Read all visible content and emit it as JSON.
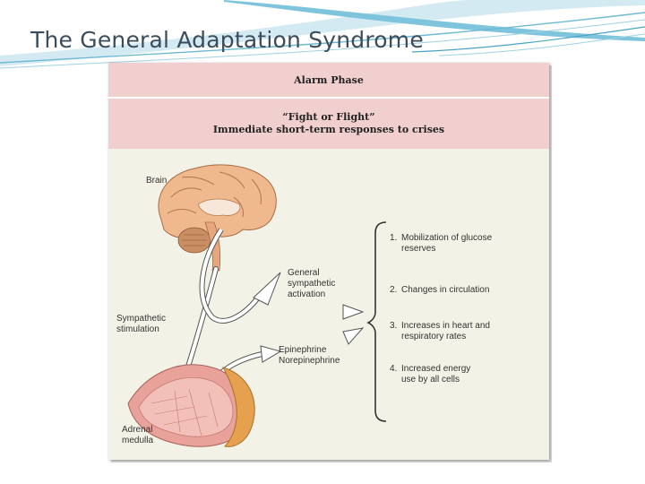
{
  "slide": {
    "title": "The General Adaptation Syndrome"
  },
  "figure": {
    "phase_title": "Alarm Phase",
    "subtitle_line1": "“Fight or Flight”",
    "subtitle_line2": "Immediate short-term responses to crises",
    "labels": {
      "brain": "Brain",
      "general_line1": "General",
      "general_line2": "sympathetic",
      "general_line3": "activation",
      "sympathetic_line1": "Sympathetic",
      "sympathetic_line2": "stimulation",
      "epinephrine": "Epinephrine",
      "norepinephrine": "Norepinephrine",
      "adrenal_line1": "Adrenal",
      "adrenal_line2": "medulla"
    },
    "effects": [
      {
        "num": "1.",
        "line1": "Mobilization of glucose",
        "line2": "reserves"
      },
      {
        "num": "2.",
        "line1": "Changes in circulation",
        "line2": ""
      },
      {
        "num": "3.",
        "line1": "Increases in heart and",
        "line2": "respiratory rates"
      },
      {
        "num": "4.",
        "line1": "Increased energy",
        "line2": "use by all cells"
      }
    ]
  }
}
